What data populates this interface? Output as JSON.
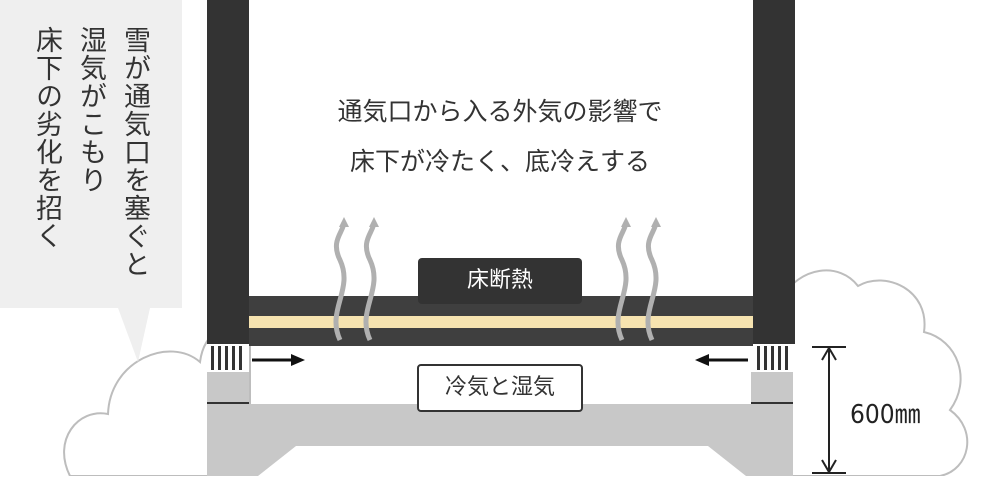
{
  "callout": {
    "lines": [
      "雪が通気口を塞ぐと",
      "湿気がこもり",
      "床下の劣化を招く"
    ]
  },
  "caption": {
    "line1": "通気口から入る外気の影響で",
    "line2": "床下が冷たく、底冷えする"
  },
  "labels": {
    "floor_insulation": "床断熱",
    "cold_humid_air": "冷気と湿気",
    "height": "600㎜"
  },
  "colors": {
    "wall": "#333333",
    "floor": "#3f3f3f",
    "insulation": "#f6e3b0",
    "foundation": "#c8c8c8",
    "callout_bg": "#efefef",
    "snow_outline": "#bdbdbd",
    "airflow_arrow": "#b0b0b0"
  }
}
